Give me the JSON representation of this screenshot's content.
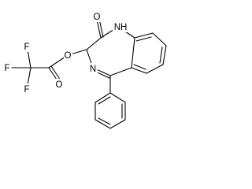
{
  "molecule": {
    "atoms": {
      "nh_label": "NH",
      "n_label": "N",
      "o_carbonyl_label": "O",
      "o_ester_link_label": "O",
      "o_ester_carbonyl_label": "O",
      "f1_label": "F",
      "f2_label": "F",
      "f3_label": "F"
    }
  },
  "colors": {
    "background": "#ffffff",
    "bonds": "#000000",
    "labels": "#000000"
  }
}
